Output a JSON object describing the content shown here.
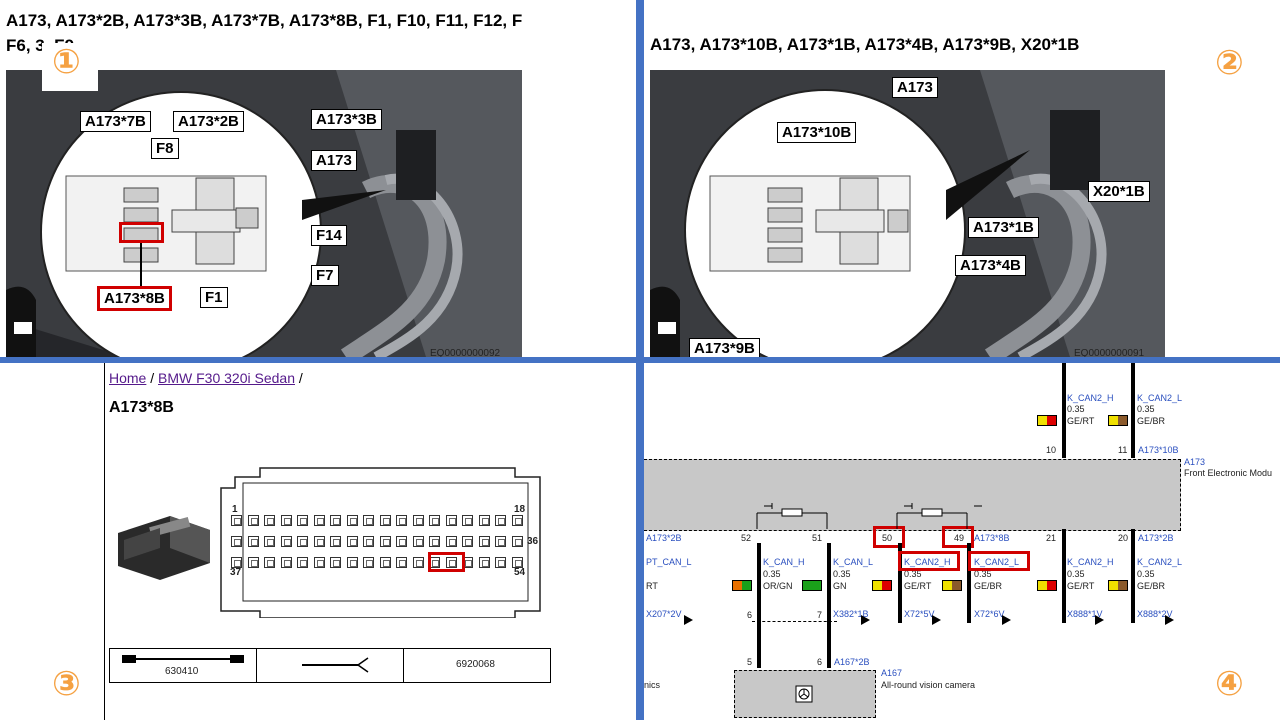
{
  "q1": {
    "title_line1": "A173, A173*2B, A173*3B, A173*7B, A173*8B, F1, F10, F11, F12, F",
    "title_line2": "F6,        3, F9",
    "number": "①",
    "labels": [
      "A173*7B",
      "A173*2B",
      "A173*3B",
      "F8",
      "A173",
      "F14",
      "F7",
      "A173*8B",
      "F1"
    ],
    "code": "EQ0000000092"
  },
  "q2": {
    "title": "A173, A173*10B, A173*1B, A173*4B, A173*9B, X20*1B",
    "number": "②",
    "labels": [
      "A173",
      "A173*10B",
      "X20*1B",
      "A173*1B",
      "A173*4B",
      "A173*9B"
    ],
    "code": "EQ0000000091"
  },
  "q3": {
    "breadcrumb_home": "Home",
    "breadcrumb_sep1": " / ",
    "breadcrumb_model": "BMW F30 320i Sedan",
    "breadcrumb_sep2": " /",
    "heading": "A173*8B",
    "pin_labels": [
      "1",
      "18",
      "36",
      "37",
      "54"
    ],
    "part_numbers": [
      "630410",
      "6920068"
    ],
    "number": "③"
  },
  "q4": {
    "number": "④",
    "top_wires": [
      {
        "name": "K_CAN2_H",
        "size": "0.35",
        "color": "GE/RT",
        "pin": "10"
      },
      {
        "name": "K_CAN2_L",
        "size": "0.35",
        "color": "GE/BR",
        "pin": "11"
      }
    ],
    "top_connector": "A173*10B",
    "module_name": "A173",
    "module_desc": "Front Electronic Modu",
    "pins_row": [
      "52",
      "51",
      "50",
      "49",
      "21",
      "20"
    ],
    "connectors_row": [
      "A173*2B",
      "A173*8B",
      "A173*2B"
    ],
    "left_connector": "A173*2B",
    "bottom_wires": [
      {
        "name": "PT_CAN_L",
        "size": "",
        "color": "RT",
        "target": "X207*2V"
      },
      {
        "name": "K_CAN_H",
        "size": "0.35",
        "color": "OR/GN",
        "target": ""
      },
      {
        "name": "K_CAN_L",
        "size": "0.35",
        "color": "GN",
        "target": "X382*1B"
      },
      {
        "name": "K_CAN2_H",
        "size": "0.35",
        "color": "GE/RT",
        "target": "X72*5V"
      },
      {
        "name": "K_CAN2_L",
        "size": "0.35",
        "color": "GE/BR",
        "target": "X72*6V"
      },
      {
        "name": "K_CAN2_H",
        "size": "0.35",
        "color": "GE/RT",
        "target": "X888*1V"
      },
      {
        "name": "K_CAN2_L",
        "size": "0.35",
        "color": "GE/BR",
        "target": "X888*2V"
      }
    ],
    "low_pins": [
      "6",
      "7",
      "5",
      "6"
    ],
    "camera_connector": "A167*2B",
    "camera_id": "A167",
    "camera_desc": "All-round vision camera",
    "left_cut": "nics"
  }
}
